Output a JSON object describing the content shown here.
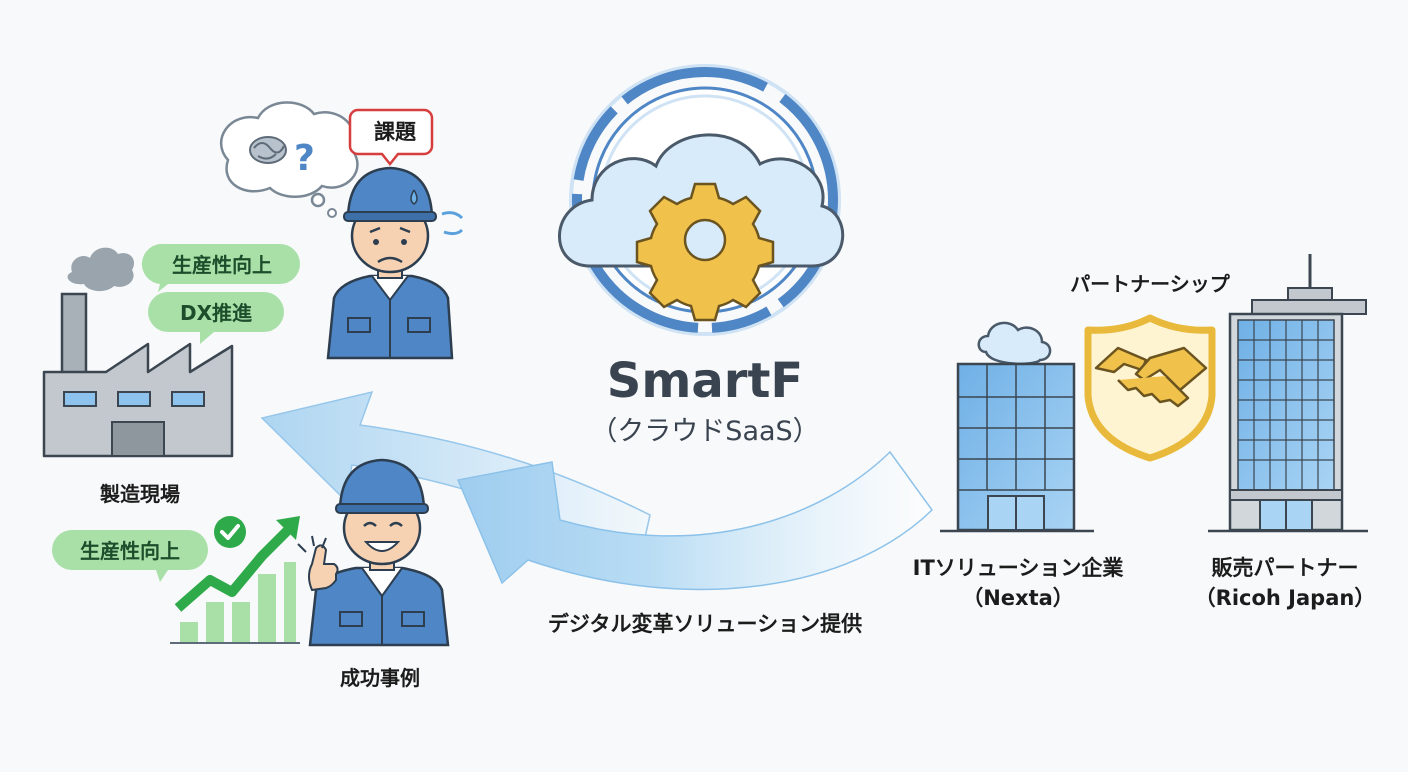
{
  "issue_label": "課題",
  "factory": {
    "bubble_top": "生産性向上",
    "bubble_bottom": "DX推進",
    "label": "製造現場"
  },
  "success": {
    "bubble": "生産性向上",
    "label": "成功事例"
  },
  "product": {
    "name": "SmartF",
    "subtitle": "（クラウドSaaS）"
  },
  "flow_label": "デジタル変革ソリューション提供",
  "partnership_label": "パートナーシップ",
  "it_company": {
    "label": "ITソリューション企業",
    "name": "（Nexta）"
  },
  "sales_partner": {
    "label": "販売パートナー",
    "name": "（Ricoh Japan）"
  },
  "colors": {
    "worker_blue": "#4f86c6",
    "bubble_green": "#a8e0a8",
    "growth_green": "#2eaa4a",
    "gear_gold": "#f0c24b",
    "shield_gold": "#e8b93a",
    "issue_red": "#d63e3e",
    "arrow_blue": "#b8dcf4",
    "building_glass": "#8ec3ee"
  }
}
